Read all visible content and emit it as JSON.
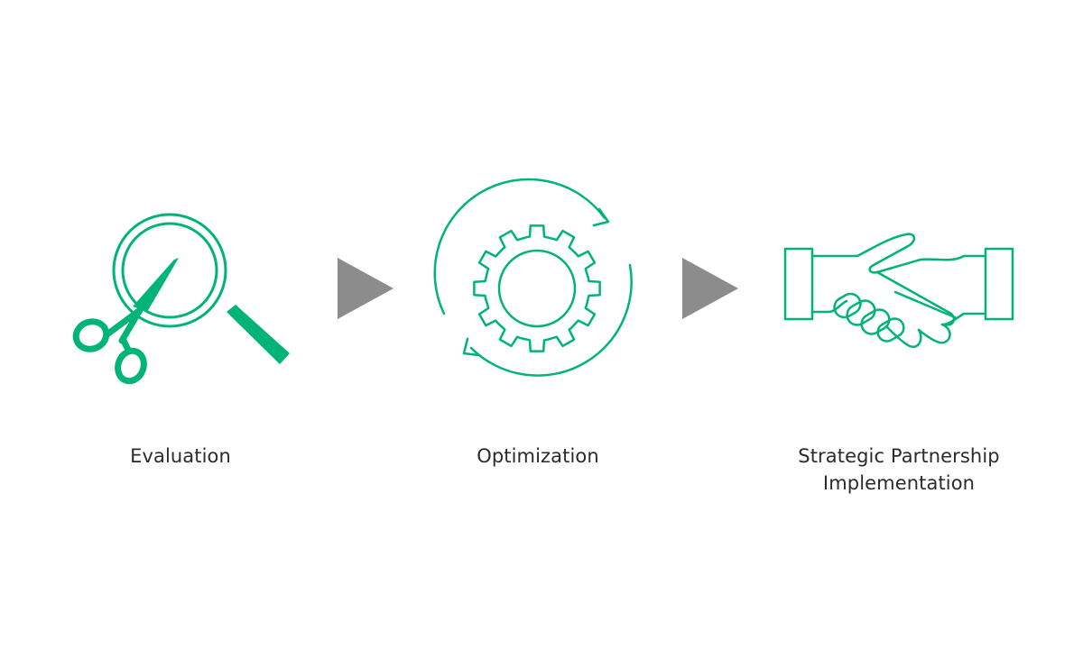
{
  "colors": {
    "accent": "#00b478",
    "arrow": "#8c8c8c",
    "text": "#2b2b2b",
    "background": "#ffffff"
  },
  "steps": [
    {
      "icon": "magnifier-scissors-icon",
      "label_lines": [
        "Evaluation"
      ]
    },
    {
      "icon": "gear-cycle-icon",
      "label_lines": [
        "Optimization"
      ]
    },
    {
      "icon": "handshake-icon",
      "label_lines": [
        "Strategic Partnership",
        "Implementation"
      ]
    }
  ],
  "connectors": [
    {
      "icon": "triangle-arrow-icon"
    },
    {
      "icon": "triangle-arrow-icon"
    }
  ]
}
